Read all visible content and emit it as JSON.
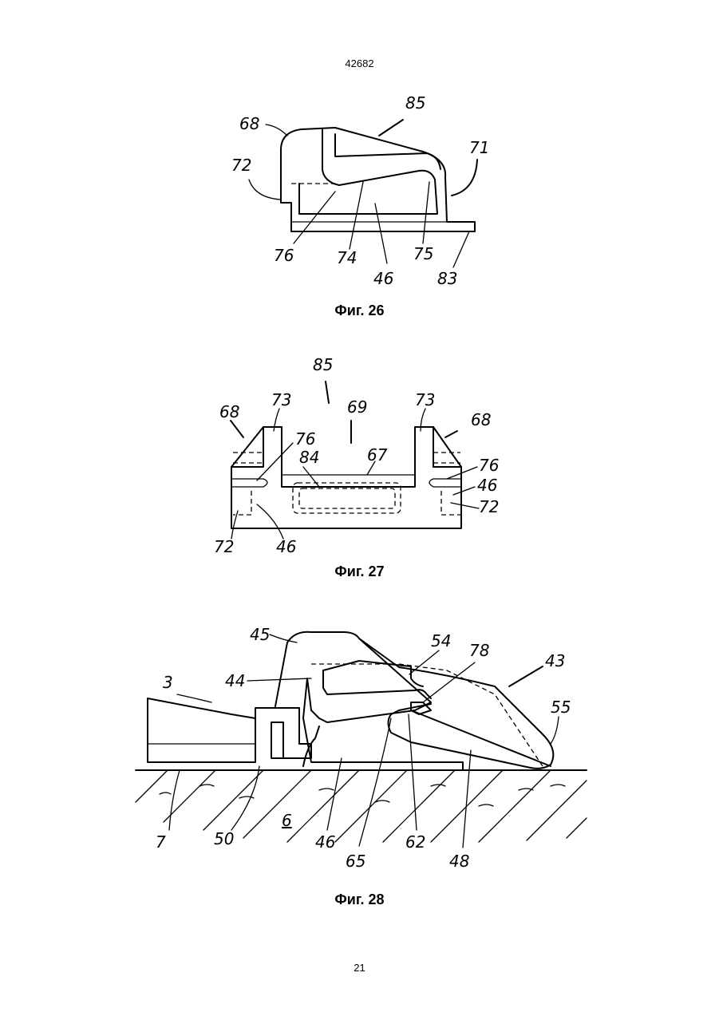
{
  "header": {
    "doc_number": "42682"
  },
  "footer": {
    "page_number": "21"
  },
  "figures": [
    {
      "caption": "Фиг. 26",
      "labels": [
        "68",
        "85",
        "72",
        "71",
        "76",
        "74",
        "75",
        "46",
        "83"
      ]
    },
    {
      "caption": "Фиг. 27",
      "labels": [
        "85",
        "68",
        "73",
        "69",
        "73",
        "68",
        "76",
        "84",
        "67",
        "76",
        "46",
        "72",
        "72",
        "46"
      ]
    },
    {
      "caption": "Фиг. 28",
      "labels": [
        "45",
        "54",
        "78",
        "43",
        "44",
        "3",
        "55",
        "7",
        "50",
        "6",
        "46",
        "65",
        "62",
        "48"
      ]
    }
  ]
}
